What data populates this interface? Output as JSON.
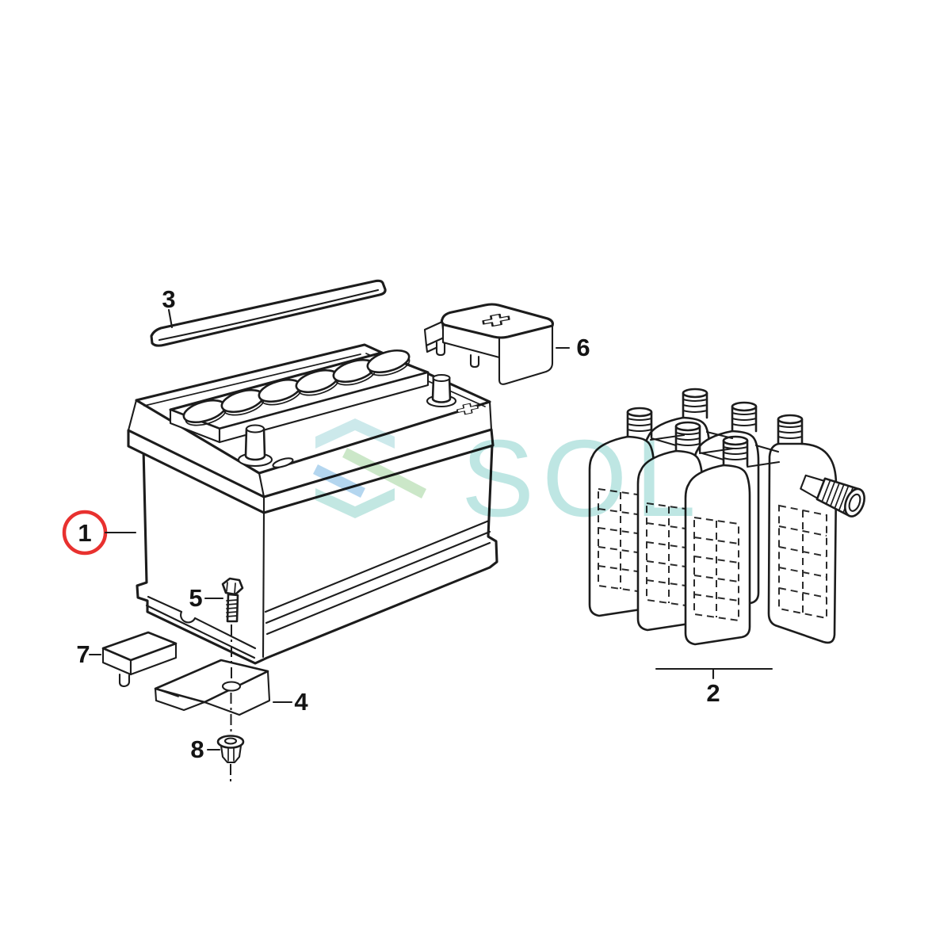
{
  "diagram": {
    "kind": "parts-diagram",
    "background_color": "#ffffff",
    "line_color": "#1c1c1c",
    "highlight_color": "#e8312f",
    "watermark": {
      "text": "SOL",
      "text_color": "#b9e4e1",
      "chevron_top_color": "#c8e8ea",
      "bar_green_color": "#c7e5c4",
      "bar_blue_color": "#aed3ee",
      "chevron_bottom_color": "#bde5e0"
    },
    "callouts": [
      {
        "part": "battery",
        "label": "1",
        "highlighted": true
      },
      {
        "part": "acid-bottle-pack",
        "label": "2",
        "highlighted": false
      },
      {
        "part": "cover-strip",
        "label": "3",
        "highlighted": false
      },
      {
        "part": "hold-down-bracket",
        "label": "4",
        "highlighted": false
      },
      {
        "part": "hex-bolt",
        "label": "5",
        "highlighted": false
      },
      {
        "part": "terminal-cover",
        "label": "6",
        "highlighted": false
      },
      {
        "part": "cover-cap",
        "label": "7",
        "highlighted": false
      },
      {
        "part": "expanding-nut",
        "label": "8",
        "highlighted": false
      }
    ]
  }
}
